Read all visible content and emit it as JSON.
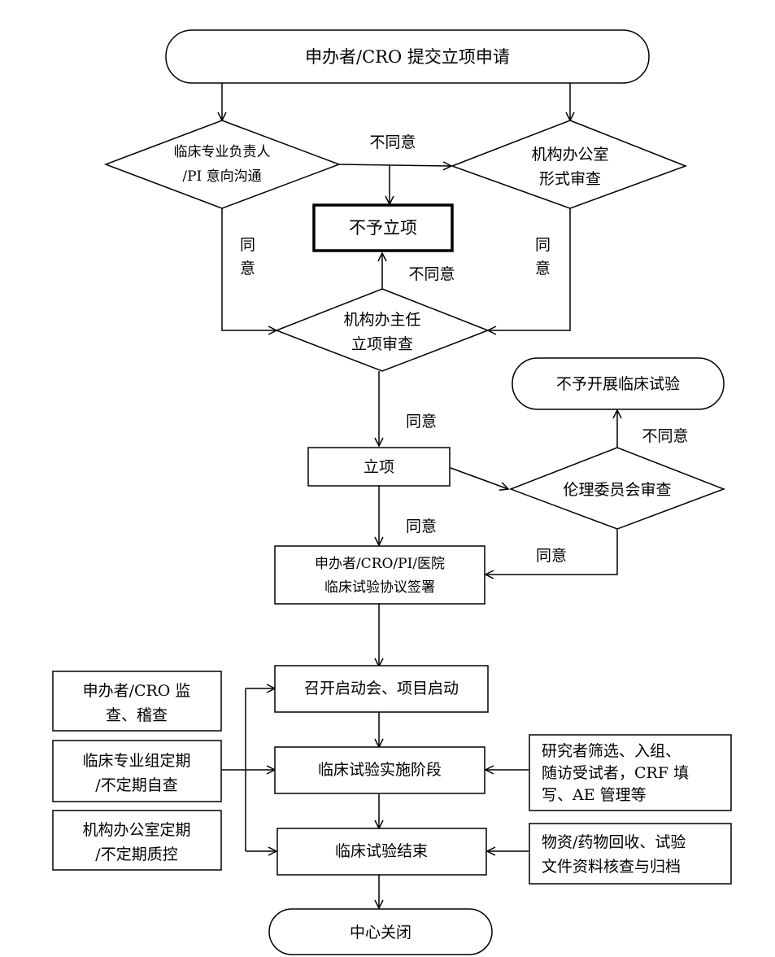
{
  "nodes": {
    "start": "申办者/CRO 提交立项申请",
    "pi_comm_1": "临床专业负责人",
    "pi_comm_2": "/PI 意向沟通",
    "office_review_1": "机构办公室",
    "office_review_2": "形式审查",
    "reject_project": "不予立项",
    "director_review_1": "机构办主任",
    "director_review_2": "立项审查",
    "no_trial": "不予开展临床试验",
    "project_approved": "立项",
    "ethics_review": "伦理委员会审查",
    "agreement_1": "申办者/CRO/PI/医院",
    "agreement_2": "临床试验协议签署",
    "kickoff": "召开启动会、项目启动",
    "implementation": "临床试验实施阶段",
    "trial_end": "临床试验结束",
    "center_close": "中心关闭",
    "monitor_1": "申办者/CRO 监",
    "monitor_2": "查、稽查",
    "self_check_1": "临床专业组定期",
    "self_check_2": "/不定期自查",
    "quality_control_1": "机构办公室定期",
    "quality_control_2": "/不定期质控",
    "activities_1": "研究者筛选、入组、",
    "activities_2": "随访受试者，CRF 填",
    "activities_3": "写、AE 管理等",
    "closeout_1": "物资/药物回收、试验",
    "closeout_2": "文件资料核查与归档"
  },
  "edge_labels": {
    "disagree": "不同意",
    "agree": "同意",
    "agree_char_1": "同",
    "agree_char_2": "意"
  }
}
